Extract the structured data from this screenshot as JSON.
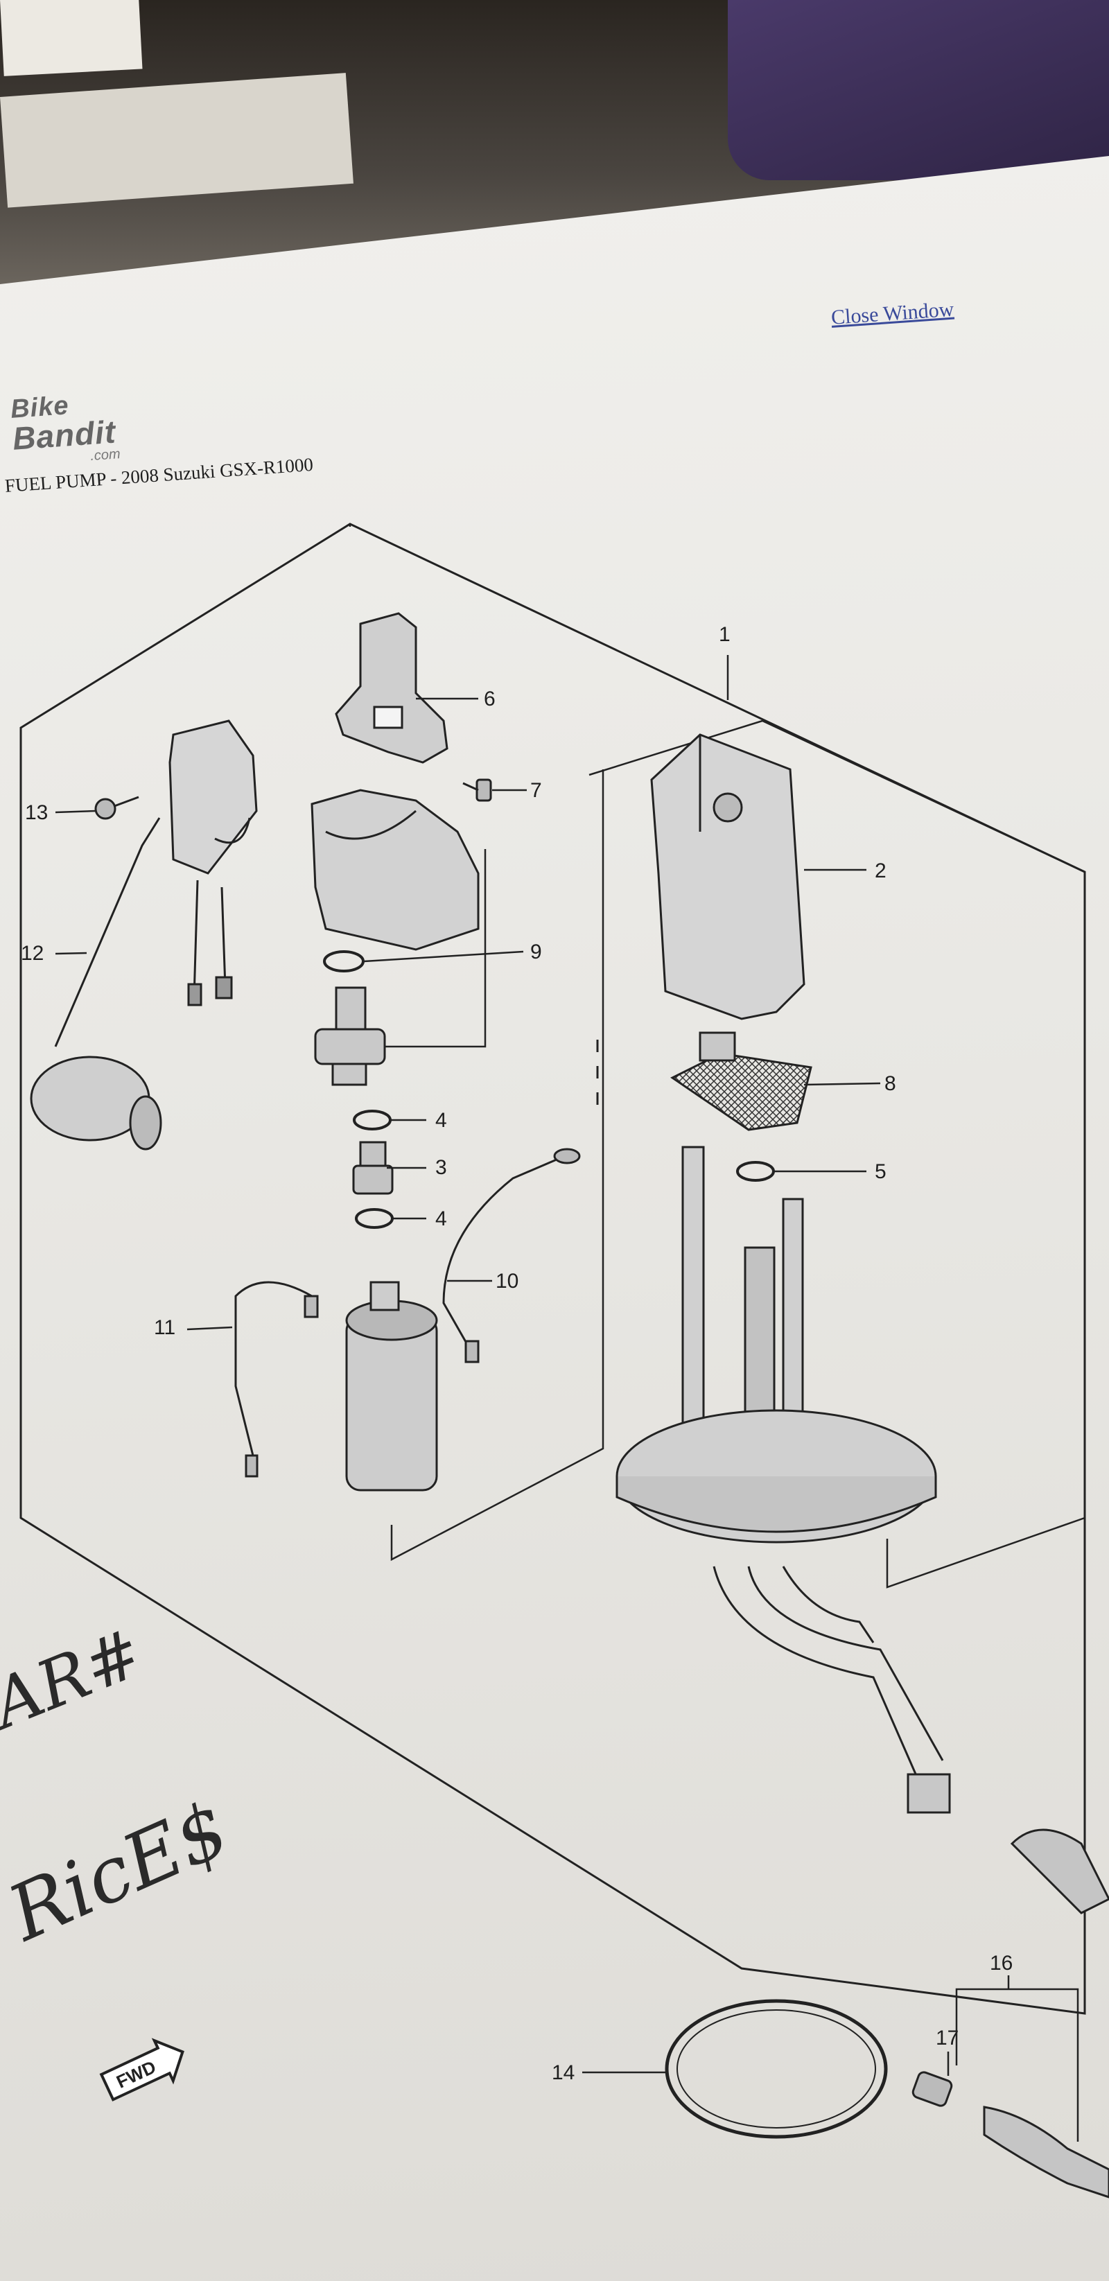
{
  "header": {
    "close_window": "Close Window",
    "logo_top": "Bike",
    "logo_mid": "Bandit",
    "logo_sub": ".com",
    "title": "FUEL PUMP - 2008 Suzuki GSX-R1000"
  },
  "callouts": {
    "c1": "1",
    "c2": "2",
    "c3": "3",
    "c4a": "4",
    "c4b": "4",
    "c5": "5",
    "c6": "6",
    "c7": "7",
    "c8": "8",
    "c9": "9",
    "c10": "10",
    "c11": "11",
    "c12": "12",
    "c13": "13",
    "c14": "14",
    "c16": "16",
    "c17": "17"
  },
  "fwd_badge": "FWD",
  "handwriting": {
    "line1": "AR#",
    "line2": "RicE$"
  },
  "colors": {
    "paper": "#efeeea",
    "ink": "#1e1e1e",
    "link": "#3a4a9a"
  }
}
